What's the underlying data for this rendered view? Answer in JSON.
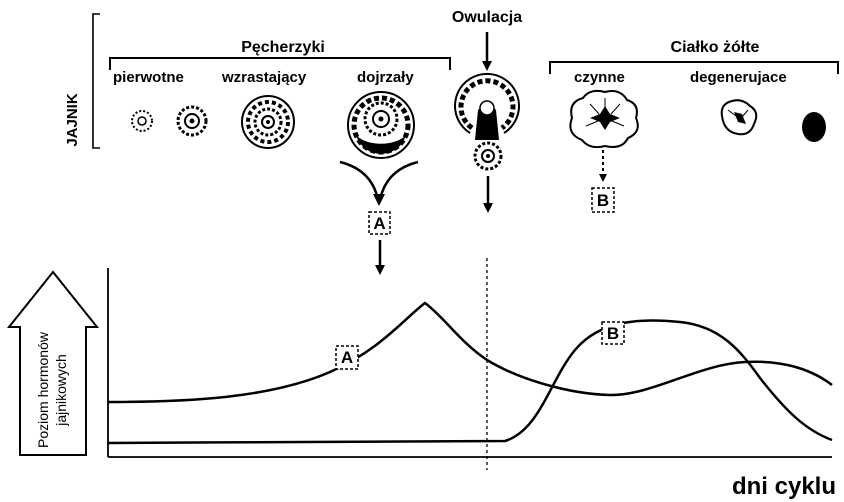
{
  "ovary": {
    "label": "JAJNIK",
    "follicles": {
      "title": "Pęcherzyki",
      "stages": [
        "pierwotne",
        "wzrastający",
        "dojrzały"
      ]
    },
    "ovulation": "Owulacja",
    "corpus_luteum": {
      "title": "Ciałko żółte",
      "stages": [
        "czynne",
        "degenerujace"
      ]
    }
  },
  "markers": {
    "a": "A",
    "b": "B"
  },
  "chart": {
    "y_axis_label_line1": "Poziom hormonów",
    "y_axis_label_line2": "jajnikowych",
    "x_axis_label": "dni cyklu"
  },
  "chart_data": {
    "type": "line",
    "xlabel": "dni cyklu",
    "ylabel": "Poziom hormonów jajnikowych",
    "grid": false,
    "annotations": [
      "Owulacja"
    ],
    "series": [
      {
        "name": "A",
        "shape": "rises slowly, sharp peak just before ovulation, falls, second lower broad rise in luteal phase, declines at end"
      },
      {
        "name": "B",
        "shape": "flat low until ovulation, rises to broad peak in luteal phase, falls to low at end"
      }
    ]
  },
  "colors": {
    "ink": "#000000",
    "background": "#ffffff"
  }
}
